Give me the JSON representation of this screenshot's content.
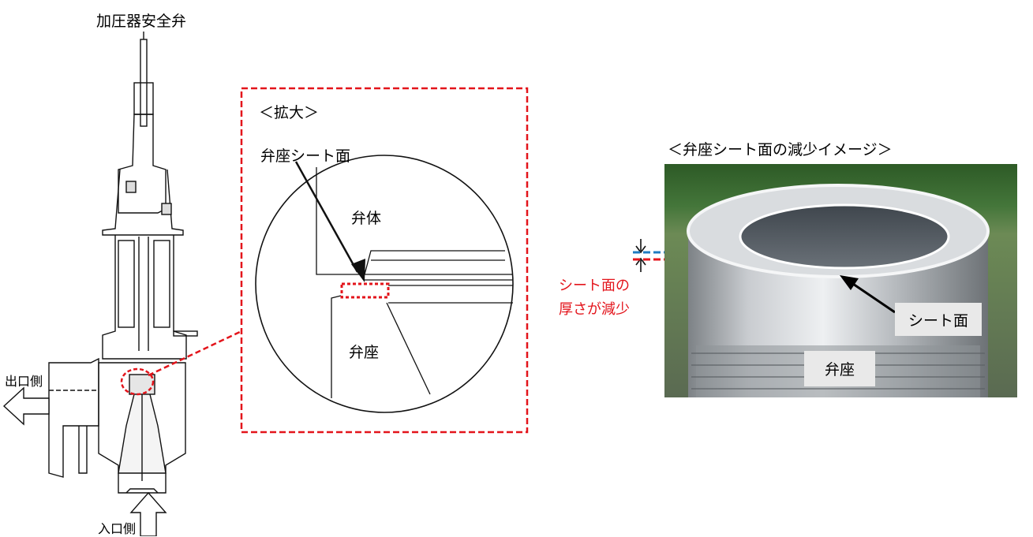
{
  "valve": {
    "title": "加圧器安全弁",
    "outlet_label": "出口側",
    "inlet_label": "入口側"
  },
  "detail": {
    "zoom_label": "＜拡大＞",
    "seat_surface_label": "弁座シート面",
    "body_label": "弁体",
    "seat_label": "弁座"
  },
  "photo": {
    "title": "＜弁座シート面の減少イメージ＞",
    "seat_surface_callout": "シート面",
    "seat_callout": "弁座",
    "note_line1": "シート面の",
    "note_line2": "厚さが減少"
  },
  "colors": {
    "highlight_red": "#e3141b",
    "original_blue": "#1f7bc1"
  }
}
